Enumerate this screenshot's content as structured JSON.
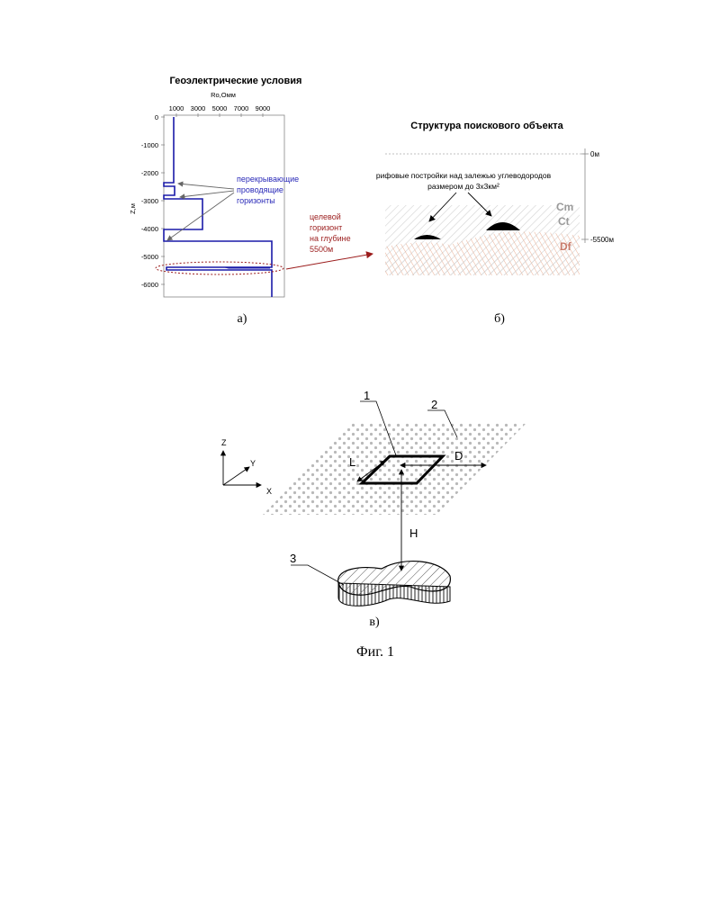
{
  "panel_a": {
    "title": "Геоэлектрические условия",
    "x_axis_label": "Ro,Омм",
    "x_ticks": [
      "1000",
      "3000",
      "5000",
      "7000",
      "9000"
    ],
    "y_axis_label": "Z,м",
    "y_ticks": [
      "0",
      "-1000",
      "-2000",
      "-3000",
      "-4000",
      "-5000",
      "-6000"
    ],
    "annot_overlap_lines": [
      "перекрывающие",
      "проводящие",
      "горизонты"
    ],
    "annot_target_lines": [
      "целевой",
      "горизонт",
      "на глубине",
      "5500м"
    ],
    "caption": "а)",
    "colors": {
      "curve": "#1a1aa8",
      "annot_blue": "#2a2ab8",
      "annot_red": "#9b1c1c"
    }
  },
  "panel_b": {
    "title": "Структура поискового объекта",
    "note_lines": [
      "рифовые постройки над залежью углеводородов",
      "размером до 3х3км²"
    ],
    "depth_top": "0м",
    "depth_bottom": "-5500м",
    "layer_cm": "Cm",
    "layer_ct": "Ct",
    "layer_df": "Df",
    "caption": "б)",
    "colors": {
      "layer_label": "#9a9a9a",
      "df_label": "#c77a6a",
      "hatch_orange": "#e08c6a"
    }
  },
  "panel_c": {
    "num_1": "1",
    "num_2": "2",
    "num_3": "3",
    "label_L": "L",
    "label_D": "D",
    "label_H": "H",
    "axis_z": "Z",
    "axis_y": "Y",
    "axis_x": "X",
    "caption": "в)"
  },
  "figure_caption": "Фиг. 1"
}
